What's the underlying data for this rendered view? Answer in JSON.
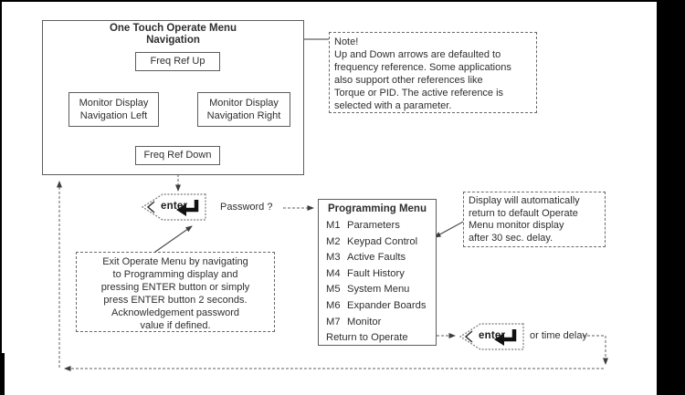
{
  "colors": {
    "line": "#5f5f5f",
    "text": "#2e2e2e",
    "scan_margin": "#000000",
    "box_fill": "#ffffff"
  },
  "operate_menu": {
    "title_line1": "One Touch Operate Menu",
    "title_line2": "Navigation",
    "freq_ref_up": "Freq Ref Up",
    "monitor_left_line1": "Monitor Display",
    "monitor_left_line2": "Navigation Left",
    "monitor_right_line1": "Monitor Display",
    "monitor_right_line2": "Navigation Right",
    "freq_ref_down": "Freq Ref Down"
  },
  "note_box": {
    "lines": [
      "Note!",
      "Up and Down arrows are defaulted to",
      "frequency reference. Some applications",
      "also support other references like",
      "Torque or PID. The active reference is",
      "selected with a parameter."
    ]
  },
  "enter_key": {
    "label": "enter",
    "icon": "return-arrow"
  },
  "icons": {
    "return_arrow_glyph": "↵",
    "nav_arrows": [
      "up-triangle",
      "left-triangle",
      "right-triangle",
      "down-triangle"
    ]
  },
  "password_label": "Password ?",
  "programming_menu": {
    "title": "Programming Menu",
    "items": [
      {
        "code": "M1",
        "label": "Parameters"
      },
      {
        "code": "M2",
        "label": "Keypad Control"
      },
      {
        "code": "M3",
        "label": "Active Faults"
      },
      {
        "code": "M4",
        "label": "Fault History"
      },
      {
        "code": "M5",
        "label": "System Menu"
      },
      {
        "code": "M6",
        "label": "Expander Boards"
      },
      {
        "code": "M7",
        "label": "Monitor"
      }
    ],
    "footer": "Return to Operate"
  },
  "display_note": {
    "lines": [
      "Display will automatically",
      "return to default Operate",
      "Menu monitor display",
      "after 30 sec. delay."
    ]
  },
  "exit_note": {
    "lines": [
      "Exit Operate Menu by navigating",
      "to Programming display and",
      "pressing ENTER button or simply",
      "press ENTER button 2 seconds.",
      "Acknowledgement password",
      "value if defined."
    ]
  },
  "or_time_delay_label": "or time delay"
}
